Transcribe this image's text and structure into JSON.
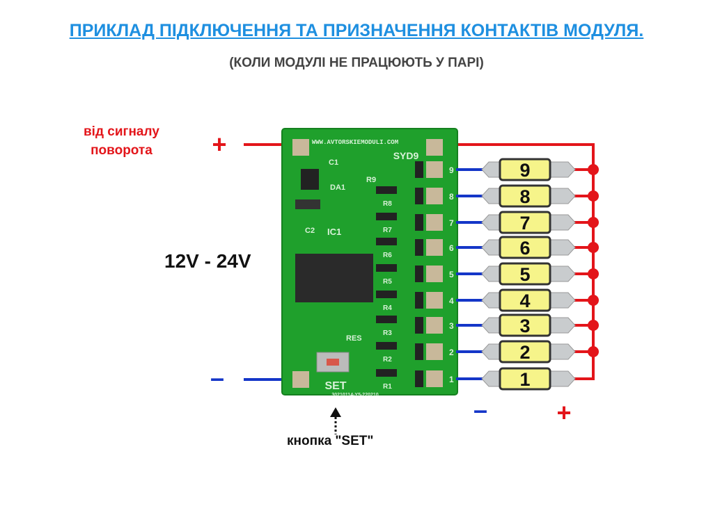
{
  "title": "ПРИКЛАД ПІДКЛЮЧЕННЯ ТА ПРИЗНАЧЕННЯ КОНТАКТІВ МОДУЛЯ.",
  "subtitle": "(КОЛИ МОДУЛІ НЕ ПРАЦЮЮТЬ У ПАРІ)",
  "signal_label_1": "від сигналу",
  "signal_label_2": "поворота",
  "voltage": "12V - 24V",
  "set_button_label": "кнопка \"SET\"",
  "plus": "+",
  "minus": "–",
  "board": {
    "url": "WWW.AVTORSKIEMODULI.COM",
    "model": "SYD9",
    "set": "SET",
    "res": "RES",
    "ic": "IC1",
    "c1": "C1",
    "c2": "C2",
    "da1": "DA1",
    "r9": "R9",
    "serial": "30210114-Y5-220210",
    "resistors": [
      "R1",
      "R2",
      "R3",
      "R4",
      "R5",
      "R6",
      "R7",
      "R8"
    ],
    "outputs": [
      "9",
      "8",
      "7",
      "6",
      "5",
      "4",
      "3",
      "2",
      "1"
    ]
  },
  "lamps": [
    "9",
    "8",
    "7",
    "6",
    "5",
    "4",
    "3",
    "2",
    "1"
  ],
  "colors": {
    "red": "#e3151a",
    "blue": "#1436c8",
    "pcb": "#1fa02c",
    "title": "#1e8fe0"
  }
}
